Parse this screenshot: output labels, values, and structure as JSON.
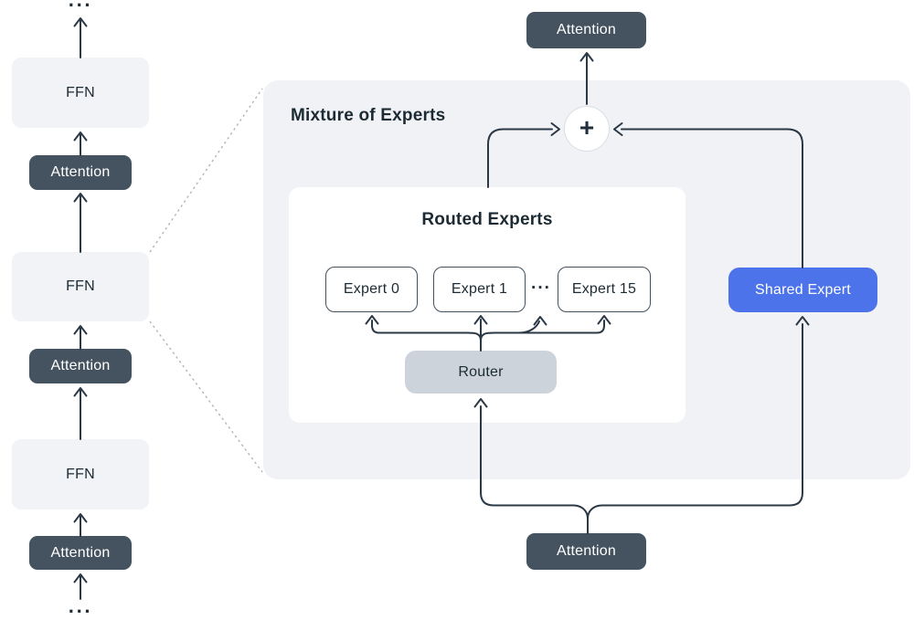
{
  "left_stack": {
    "ellipsis_top": "···",
    "ffn_label": "FFN",
    "attention_label": "Attention",
    "ellipsis_bottom": "···"
  },
  "moe": {
    "title": "Mixture of Experts",
    "attention_top_label": "Attention",
    "attention_bottom_label": "Attention",
    "plus_label": "+",
    "shared_expert_label": "Shared Expert",
    "routed": {
      "title": "Routed Experts",
      "experts": [
        "Expert 0",
        "Expert 1",
        "Expert 15"
      ],
      "ellipsis": "···",
      "router_label": "Router"
    }
  },
  "colors": {
    "panel_bg": "#f1f2f6",
    "inner_panel_bg": "#ffffff",
    "light_box_bg": "#f1f3f7",
    "dark_box_bg": "#45525f",
    "router_bg": "#cdd3db",
    "shared_expert_bg": "#4c73e9",
    "expert_border": "#43505d",
    "wire": "#2b3845",
    "dotted_wire": "#aeb5bf",
    "text_dark": "#1c2b33",
    "text_light": "#ffffff",
    "plus_circle_border": "#d9dee4"
  }
}
